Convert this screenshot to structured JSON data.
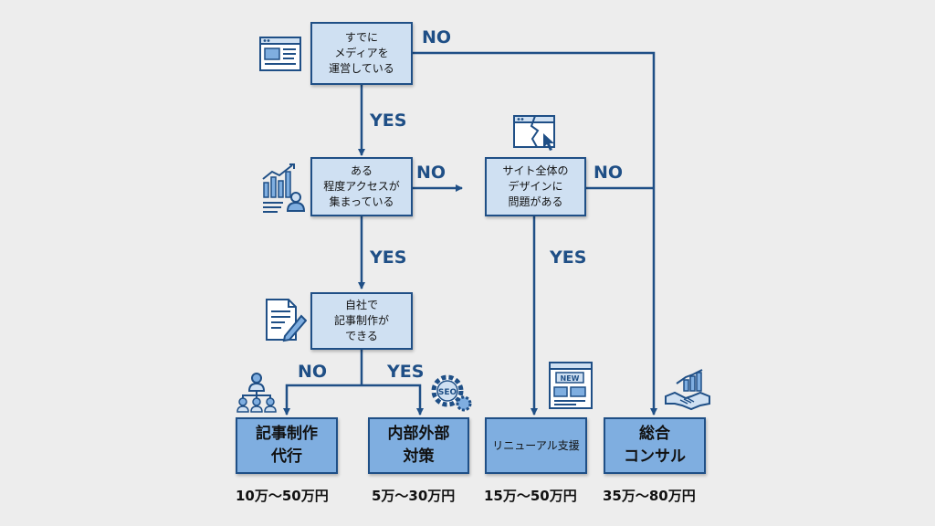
{
  "diagram": {
    "questions": {
      "q1": "すでに\nメディアを\n運営している",
      "q2": "ある\n程度アクセスが\n集まっている",
      "q3": "自社で\n記事制作が\nできる",
      "q4": "サイト全体の\nデザインに\n問題がある"
    },
    "outcomes": {
      "article_production": "記事制作\n代行",
      "seo_measures": "内部外部\n対策",
      "renewal_support": "リニューアル支援",
      "general_consulting": "総合\nコンサル"
    },
    "prices": {
      "article_production": "10万〜50万円",
      "seo_measures": "5万〜30万円",
      "renewal_support": "15万〜50万円",
      "general_consulting": "35万〜80万円"
    },
    "labels": {
      "q1_no": "NO",
      "q1_yes": "YES",
      "q2_no": "NO",
      "q2_yes": "YES",
      "q3_no": "NO",
      "q3_yes": "YES",
      "q4_no": "NO",
      "q4_yes": "YES"
    },
    "icon_badges": {
      "seo": "SEO",
      "new": "NEW"
    },
    "colors": {
      "line": "#1f4f86",
      "question_fill": "#cfe0f2",
      "result_fill": "#7faee0",
      "background": "#ededed"
    },
    "icons": [
      "browser-window-icon",
      "analytics-person-icon",
      "document-pen-icon",
      "broken-browser-icon",
      "team-org-icon",
      "seo-gear-icon",
      "new-webpage-icon",
      "handshake-growth-icon"
    ]
  }
}
